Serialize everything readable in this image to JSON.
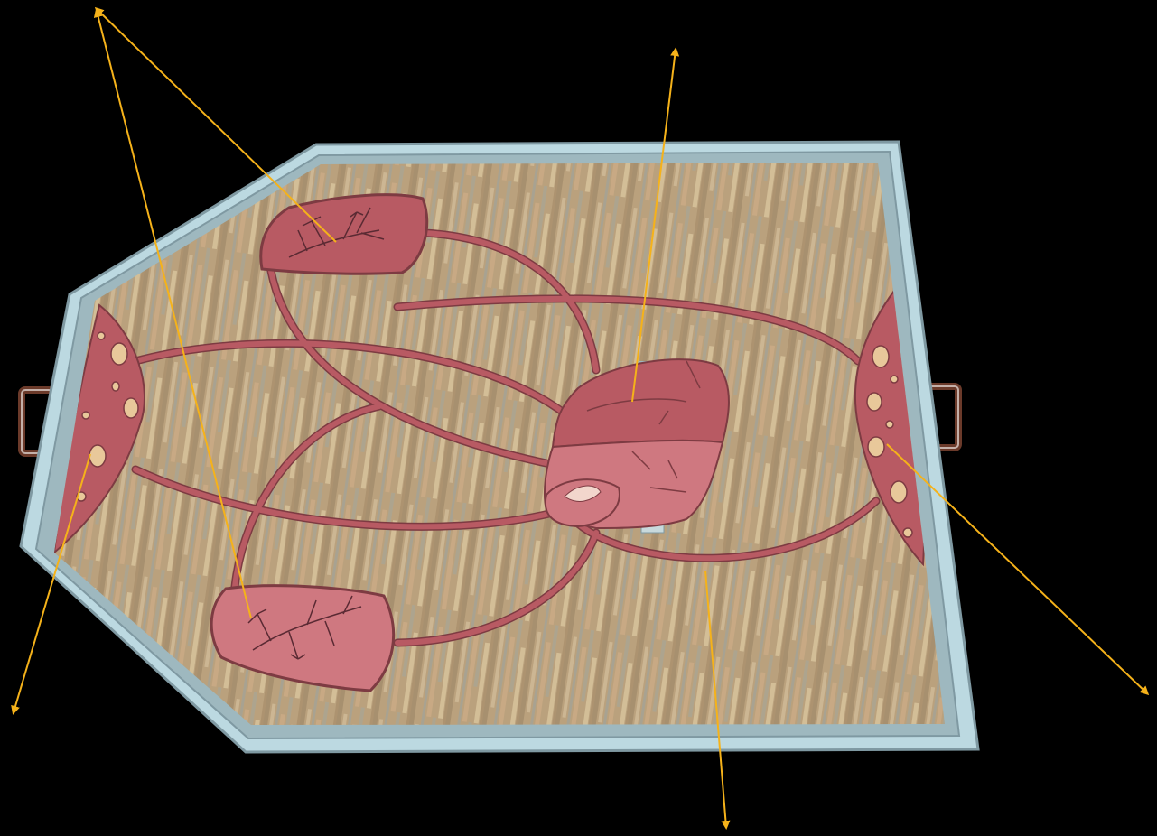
{
  "diagram": {
    "description_label": "",
    "colors": {
      "background": "#000000",
      "tray_frame": "#bcd9e1",
      "tray_frame_edge": "#7f99a2",
      "tray_inner_wall": "#9eb8bf",
      "wood_base": "#b59a72",
      "organ_dark": "#b85a63",
      "organ_light": "#cf7880",
      "vessel": "#b85a63",
      "vessel_edge": "#7d3b42",
      "handle": "#6b3a2a",
      "arrow": "#f5b21a",
      "lung_branch": "#5a2a33",
      "marrow_spot": "#e8c89a"
    },
    "components": [
      {
        "id": "heart",
        "icon": "heart-icon"
      },
      {
        "id": "lung-upper",
        "icon": "lung-icon"
      },
      {
        "id": "lung-lower",
        "icon": "lung-icon"
      },
      {
        "id": "bone-left",
        "icon": "bone-marrow-icon"
      },
      {
        "id": "bone-right",
        "icon": "bone-marrow-icon"
      },
      {
        "id": "vessels",
        "icon": "vessel-icon"
      }
    ],
    "arrow_count": 6
  }
}
